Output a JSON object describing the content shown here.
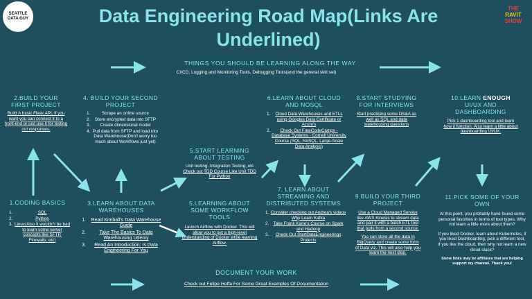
{
  "title": "Data Engineering Road Map(Links Are Underlined)",
  "logo_left": {
    "top": "SEATTLE",
    "bottom": "DATA GUY"
  },
  "logo_right": {
    "line1": "THE",
    "line2": "RAVIT",
    "line3": "SHOW"
  },
  "along_the_way": {
    "heading": "THINGS YOU SHOULD BE LEARNING ALONG THE WAY",
    "text": "CI/CD, Logging and Monitoring Tools, Debugging Tools(and the general skill set)"
  },
  "s1": {
    "title": "1.CODING BASICS",
    "items": [
      "SQL",
      "Python",
      "Linux(Also it wouldn't be bad to learn some server concepts like SFTP, Firewalls, etc)"
    ]
  },
  "s2": {
    "title": "2.BUILD YOUR FIRST PROJECT",
    "text": "Build A basic Flask API, if you want you can connect it to a front-end or just use it for testing out responses."
  },
  "s3": {
    "title": "3.LEARN ABOUT DATA WAREHOUSES",
    "items": [
      "Read Kimball's Data Warehouse Guide",
      "Take The Basics To Data Warehousing Udemy",
      "Read An Introduction: Is Data Engineering For You"
    ]
  },
  "s4": {
    "title": "4. BUILD YOUR SECOND PROJECT",
    "items": [
      "Scrape an online source",
      "Store encrypted data into SFTP",
      "Create dimensional model",
      "Pull data from SFTP and load into Data Warehouse(Don't worry too much about Workflows just yet)"
    ]
  },
  "s5": {
    "title": "5.START LEARNING ABOUT TESTING",
    "text": "Unit testing, Integration Testing, etc",
    "link": "Check out TDD Course Like Unit TDD For Python"
  },
  "s5b": {
    "title": "5.LEARNING ABOUT SOME WORKFLOW TOOLS",
    "link": "Launch Airflow with Docker. This will allow you to get a high-level understanding of Docker while learning Airflow."
  },
  "s6": {
    "title": "6.LEARN ABOUT CLOUD AND NOSQL",
    "items": [
      "Cloud Data Warehouses and ETLs using Googles Data Certificate or Azure's",
      "Check Out FreeCodeCamps - Database Systems - Cornell University Course (SQL, NoSQL, Large-Scale Data Analysis)"
    ]
  },
  "s7": {
    "title": "7. LEARN ABOUT STREAMING AND DISTRIBUTED SYSTEMS",
    "items": [
      "Consider checking out Andrea's videos Why Learn Kafka",
      "Take Frank Kane's Course on Spark and Hadoop",
      "Check Out StartDataEngineerings Projects"
    ]
  },
  "s8": {
    "title": "8.START STUDYING FOR INTERVIEWS",
    "link": "Start practicing some DS&A as well as SQL and data warehousing questions"
  },
  "s9": {
    "title": "9.BUILD YOUR THIRD PROJECT",
    "link1": "Use a Cloud Managed Service like AWS Kinesis to stream data and pair it with a batch ETL tool that pulls from a second source.",
    "link2": "You can store all the data in BigQuery and create some form of Data viz. This will also help you learn the next step."
  },
  "s10": {
    "title_pre": "10.LEARN",
    "title_bold": "ENOUGH",
    "title_post": "UI/UX AND DASHBOARDING",
    "link": "Pick 1 dashboarding tool and learn how it function. Also learn a little about dashboarding UI/UX."
  },
  "s11": {
    "title": "11.PICK SOME OF YOUR OWN",
    "p1": "At this point, you probably have found some personal favorites in terms of tool types. Why not learn a little more about them?",
    "p2": "If you liked Docker, learn about Kubernetes, if you liked Dashboarding, pick a different tool, if you like the cloud, then why not learn a new cloud stack?",
    "note": "Some links may be affiliates that are helping support my channel. Thank you!"
  },
  "document": {
    "heading": "DOCUMENT YOUR WORK",
    "link": "Check out Felipe Hoffa For Some Great Examples Of Documentation"
  },
  "colors": {
    "background": "#1d4f5e",
    "accent": "#8be3ea",
    "arrow": "#8be3ea"
  }
}
